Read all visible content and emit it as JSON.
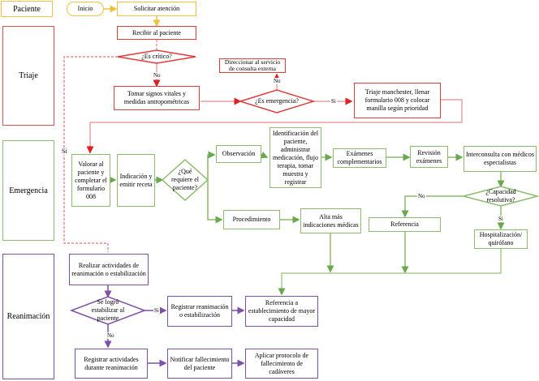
{
  "lanes": {
    "paciente": "Paciente",
    "triaje": "Triaje",
    "emergencia": "Emergencia",
    "reanimacion": "Reanimación"
  },
  "nodes": {
    "inicio": "Inicio",
    "solicitar": "Solicitar atención",
    "recibir": "Recibir al paciente",
    "es_critico": "¿Es crítico?",
    "direccionar": "Direccionar al servicio de consulta externa",
    "tomar_signos": "Tomar signos vitales y medidas antropométricas",
    "es_emergencia": "¿Es emergencia?",
    "triaje_manchester": "Triaje manchester, llenar formulario 008 y colocar manilla según prioridad",
    "valorar": "Valorar al paciente y completar el formulario 008",
    "indicacion": "Indicación y emitir receta",
    "que_requiere": "¿Qué requiere el paciente?",
    "observacion": "Observación",
    "identificacion": "Identificación del paciente, administrar medicación, flujo terapia, tomar muestra y registrar",
    "examenes": "Exámenes complementarios",
    "revision": "Revisión exámenes",
    "interconsulta": "Interconsulta con médicos especialistas",
    "capacidad": "¿Capacidad resolutiva?",
    "procedimiento": "Procedimiento",
    "alta": "Alta más indicaciones médicas",
    "referencia": "Referencia",
    "hospitalizacion": "Hospitalización/ quirófano",
    "realizar_actividades": "Realizar actividades de reanimación o estabilización",
    "se_logro": "Se logró estabilizar al paciente",
    "registrar_reanimacion": "Registrar reanimación o estabilización",
    "referencia_establecimiento": "Referencia a establecimiento de mayor capacidad",
    "registrar_actividades": "Registrar actividades durante reanimación",
    "notificar": "Notificar fallecimiento del paciente",
    "aplicar_protocolo": "Aplicar protocolo de fallecimiento de cadáveres"
  },
  "edge_labels": {
    "critico_no": "No",
    "critico_si": "Si",
    "emergencia_no": "No",
    "emergencia_si": "Si",
    "capacidad_no": "No",
    "capacidad_si": "Si",
    "logro_si": "Si",
    "logro_no": "No"
  },
  "colors": {
    "paciente": "#f0c040",
    "triaje": "#e03c3c",
    "triaje_line": "#e8a0a0",
    "emergencia": "#8cbc6c",
    "reanimacion": "#7f4fa8"
  }
}
